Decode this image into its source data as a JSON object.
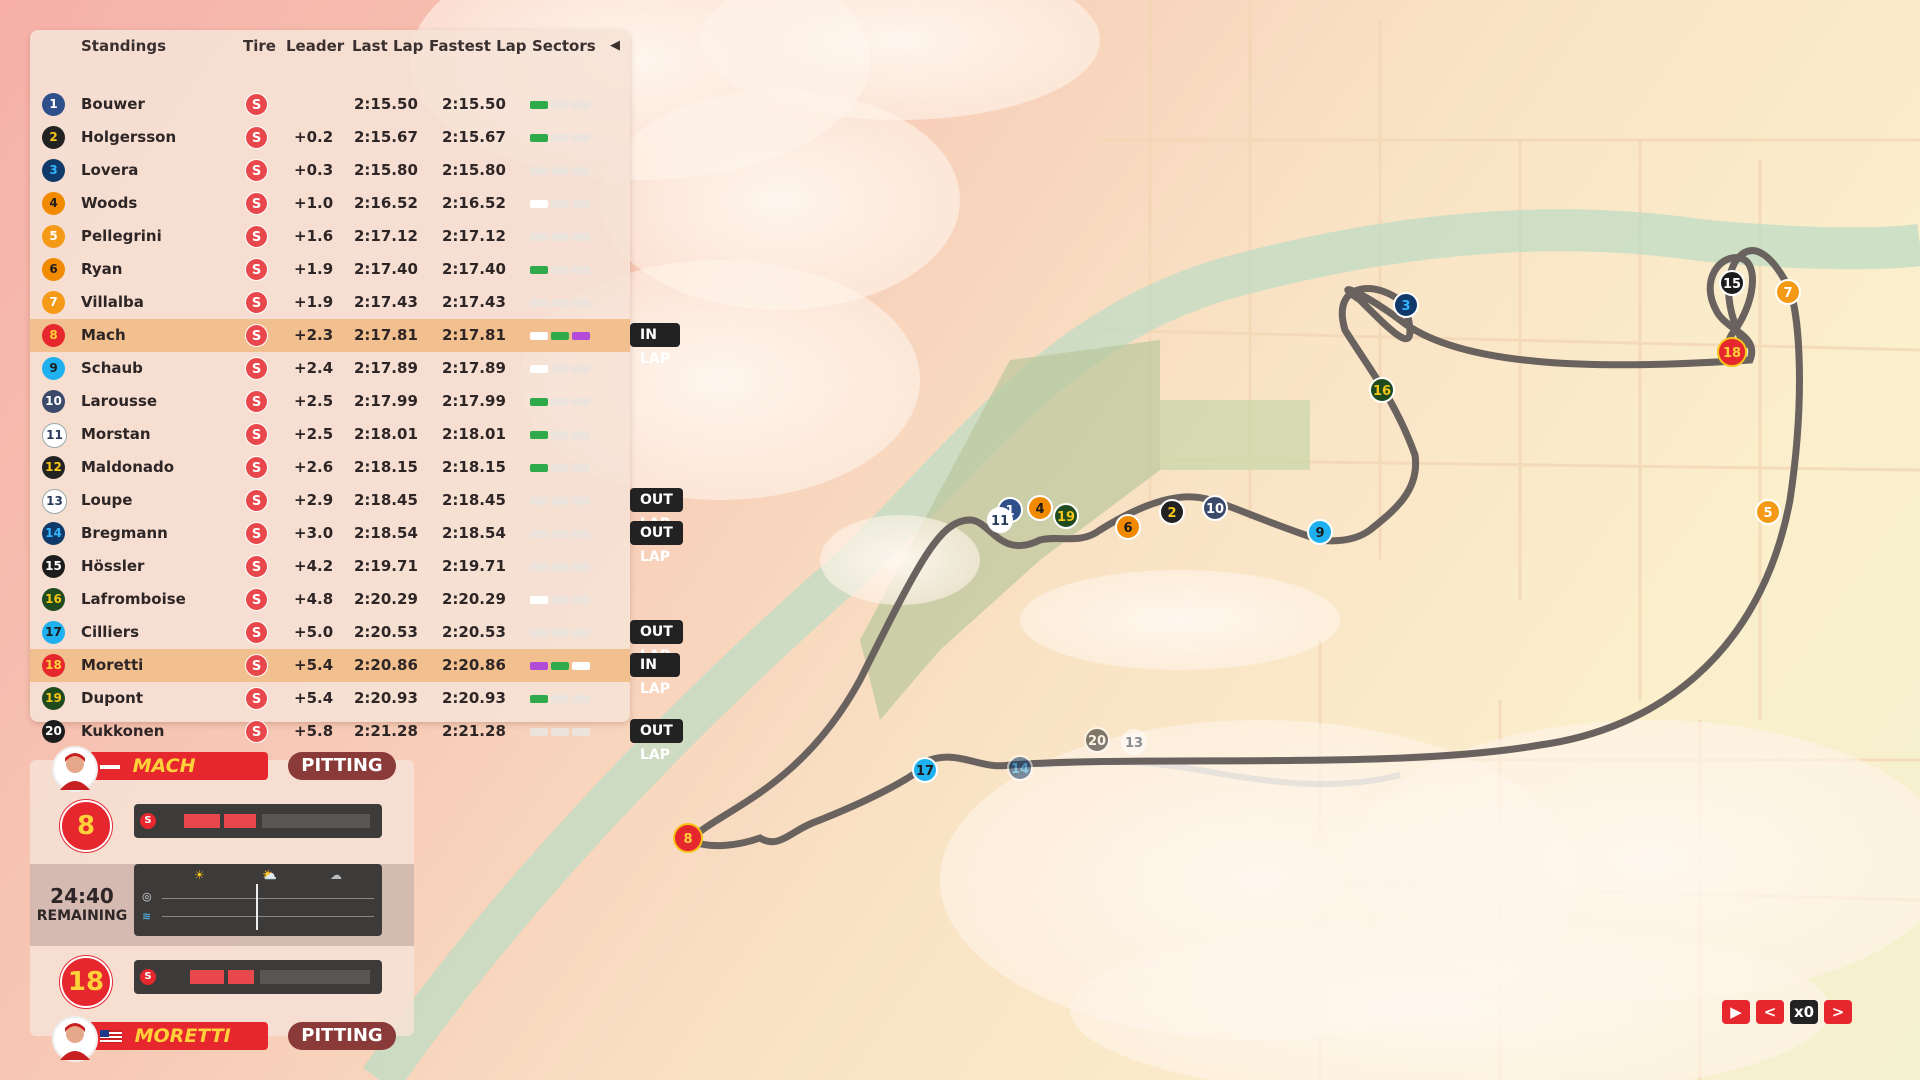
{
  "standings": {
    "headers": {
      "standings": "Standings",
      "tire": "Tire",
      "leader": "Leader",
      "last_lap": "Last Lap",
      "fastest_lap": "Fastest Lap",
      "sectors": "Sectors"
    },
    "rows": [
      {
        "pos": "1",
        "name": "Bouwer",
        "tire": "S",
        "gap": "",
        "last": "2:15.50",
        "fast": "2:15.50",
        "status": "",
        "hl": false,
        "badge": "#2f4f8a",
        "badge_text": "#ffffff",
        "sectors": [
          "green",
          "blank",
          "blank"
        ]
      },
      {
        "pos": "2",
        "name": "Holgersson",
        "tire": "S",
        "gap": "+0.2",
        "last": "2:15.67",
        "fast": "2:15.67",
        "status": "",
        "hl": false,
        "badge": "#222222",
        "badge_text": "#f5c518",
        "sectors": [
          "green",
          "blank",
          "blank"
        ]
      },
      {
        "pos": "3",
        "name": "Lovera",
        "tire": "S",
        "gap": "+0.3",
        "last": "2:15.80",
        "fast": "2:15.80",
        "status": "",
        "hl": false,
        "badge": "#103a6a",
        "badge_text": "#33b5ff",
        "sectors": [
          "blank",
          "blank",
          "blank"
        ]
      },
      {
        "pos": "4",
        "name": "Woods",
        "tire": "S",
        "gap": "+1.0",
        "last": "2:16.52",
        "fast": "2:16.52",
        "status": "",
        "hl": false,
        "badge": "#f28a00",
        "badge_text": "#1c1c1c",
        "sectors": [
          "white",
          "blank",
          "blank"
        ]
      },
      {
        "pos": "5",
        "name": "Pellegrini",
        "tire": "S",
        "gap": "+1.6",
        "last": "2:17.12",
        "fast": "2:17.12",
        "status": "",
        "hl": false,
        "badge": "#f59a16",
        "badge_text": "#ffffff",
        "sectors": [
          "blank",
          "blank",
          "blank"
        ]
      },
      {
        "pos": "6",
        "name": "Ryan",
        "tire": "S",
        "gap": "+1.9",
        "last": "2:17.40",
        "fast": "2:17.40",
        "status": "",
        "hl": false,
        "badge": "#f28a00",
        "badge_text": "#1c1c1c",
        "sectors": [
          "green",
          "blank",
          "blank"
        ]
      },
      {
        "pos": "7",
        "name": "Villalba",
        "tire": "S",
        "gap": "+1.9",
        "last": "2:17.43",
        "fast": "2:17.43",
        "status": "",
        "hl": false,
        "badge": "#f59a16",
        "badge_text": "#ffffff",
        "sectors": [
          "blank",
          "blank",
          "blank"
        ]
      },
      {
        "pos": "8",
        "name": "Mach",
        "tire": "S",
        "gap": "+2.3",
        "last": "2:17.81",
        "fast": "2:17.81",
        "status": "IN LAP",
        "hl": true,
        "badge": "#e6272d",
        "badge_text": "#ffd23a",
        "sectors": [
          "white",
          "green",
          "purple"
        ]
      },
      {
        "pos": "9",
        "name": "Schaub",
        "tire": "S",
        "gap": "+2.4",
        "last": "2:17.89",
        "fast": "2:17.89",
        "status": "",
        "hl": false,
        "badge": "#1fb0ef",
        "badge_text": "#1c1c1c",
        "sectors": [
          "white",
          "blank",
          "blank"
        ]
      },
      {
        "pos": "10",
        "name": "Larousse",
        "tire": "S",
        "gap": "+2.5",
        "last": "2:17.99",
        "fast": "2:17.99",
        "status": "",
        "hl": false,
        "badge": "#3b4a6b",
        "badge_text": "#ffffff",
        "sectors": [
          "green",
          "blank",
          "blank"
        ]
      },
      {
        "pos": "11",
        "name": "Morstan",
        "tire": "S",
        "gap": "+2.5",
        "last": "2:18.01",
        "fast": "2:18.01",
        "status": "",
        "hl": false,
        "badge": "#ffffff",
        "badge_text": "#2a3a5a",
        "sectors": [
          "green",
          "blank",
          "blank"
        ]
      },
      {
        "pos": "12",
        "name": "Maldonado",
        "tire": "S",
        "gap": "+2.6",
        "last": "2:18.15",
        "fast": "2:18.15",
        "status": "",
        "hl": false,
        "badge": "#222222",
        "badge_text": "#f5c518",
        "sectors": [
          "green",
          "blank",
          "blank"
        ]
      },
      {
        "pos": "13",
        "name": "Loupe",
        "tire": "S",
        "gap": "+2.9",
        "last": "2:18.45",
        "fast": "2:18.45",
        "status": "OUT LAP",
        "hl": false,
        "badge": "#ffffff",
        "badge_text": "#2a3a5a",
        "sectors": [
          "blank",
          "blank",
          "blank"
        ]
      },
      {
        "pos": "14",
        "name": "Bregmann",
        "tire": "S",
        "gap": "+3.0",
        "last": "2:18.54",
        "fast": "2:18.54",
        "status": "OUT LAP",
        "hl": false,
        "badge": "#103a6a",
        "badge_text": "#33b5ff",
        "sectors": [
          "blank",
          "blank",
          "blank"
        ]
      },
      {
        "pos": "15",
        "name": "Hössler",
        "tire": "S",
        "gap": "+4.2",
        "last": "2:19.71",
        "fast": "2:19.71",
        "status": "",
        "hl": false,
        "badge": "#1c1c1c",
        "badge_text": "#ffffff",
        "sectors": [
          "blank",
          "blank",
          "blank"
        ]
      },
      {
        "pos": "16",
        "name": "Lafromboise",
        "tire": "S",
        "gap": "+4.8",
        "last": "2:20.29",
        "fast": "2:20.29",
        "status": "",
        "hl": false,
        "badge": "#1e4a1e",
        "badge_text": "#f5c518",
        "sectors": [
          "white",
          "blank",
          "blank"
        ]
      },
      {
        "pos": "17",
        "name": "Cilliers",
        "tire": "S",
        "gap": "+5.0",
        "last": "2:20.53",
        "fast": "2:20.53",
        "status": "OUT LAP",
        "hl": false,
        "badge": "#1fb0ef",
        "badge_text": "#1c1c1c",
        "sectors": [
          "blank",
          "blank",
          "blank"
        ]
      },
      {
        "pos": "18",
        "name": "Moretti",
        "tire": "S",
        "gap": "+5.4",
        "last": "2:20.86",
        "fast": "2:20.86",
        "status": "IN LAP",
        "hl": true,
        "badge": "#e6272d",
        "badge_text": "#ffd23a",
        "sectors": [
          "purple",
          "green",
          "white"
        ]
      },
      {
        "pos": "19",
        "name": "Dupont",
        "tire": "S",
        "gap": "+5.4",
        "last": "2:20.93",
        "fast": "2:20.93",
        "status": "",
        "hl": false,
        "badge": "#1e4a1e",
        "badge_text": "#f5c518",
        "sectors": [
          "green",
          "blank",
          "blank"
        ]
      },
      {
        "pos": "20",
        "name": "Kukkonen",
        "tire": "S",
        "gap": "+5.8",
        "last": "2:21.28",
        "fast": "2:21.28",
        "status": "OUT LAP",
        "hl": false,
        "badge": "#1c1c1c",
        "badge_text": "#ffffff",
        "sectors": [
          "blank",
          "blank",
          "blank"
        ]
      }
    ]
  },
  "driver_panel": {
    "top": {
      "name": "MACH",
      "number": "8",
      "status": "PITTING",
      "tire": "S",
      "flag": "austria"
    },
    "bottom": {
      "name": "MORETTI",
      "number": "18",
      "status": "PITTING",
      "tire": "S",
      "flag": "usa"
    },
    "time_remaining": "24:40",
    "remaining_label": "REMAINING",
    "weather_icons": [
      "sun-icon",
      "partly-cloudy-icon",
      "cloud-icon"
    ]
  },
  "playback": {
    "speed": "x0",
    "prev": "<",
    "next": ">"
  },
  "track_markers": [
    {
      "num": "1"
    },
    {
      "num": "2"
    },
    {
      "num": "3"
    },
    {
      "num": "4"
    },
    {
      "num": "5"
    },
    {
      "num": "6"
    },
    {
      "num": "7"
    },
    {
      "num": "8"
    },
    {
      "num": "9"
    },
    {
      "num": "10"
    },
    {
      "num": "11"
    },
    {
      "num": "13"
    },
    {
      "num": "14"
    },
    {
      "num": "15"
    },
    {
      "num": "16"
    },
    {
      "num": "17"
    },
    {
      "num": "18"
    },
    {
      "num": "19"
    },
    {
      "num": "20"
    }
  ],
  "colors": {
    "sector_green": "#2eaa4a",
    "sector_purple": "#b24bd8",
    "sector_white": "#ffffff",
    "accent_red": "#e6272d"
  }
}
